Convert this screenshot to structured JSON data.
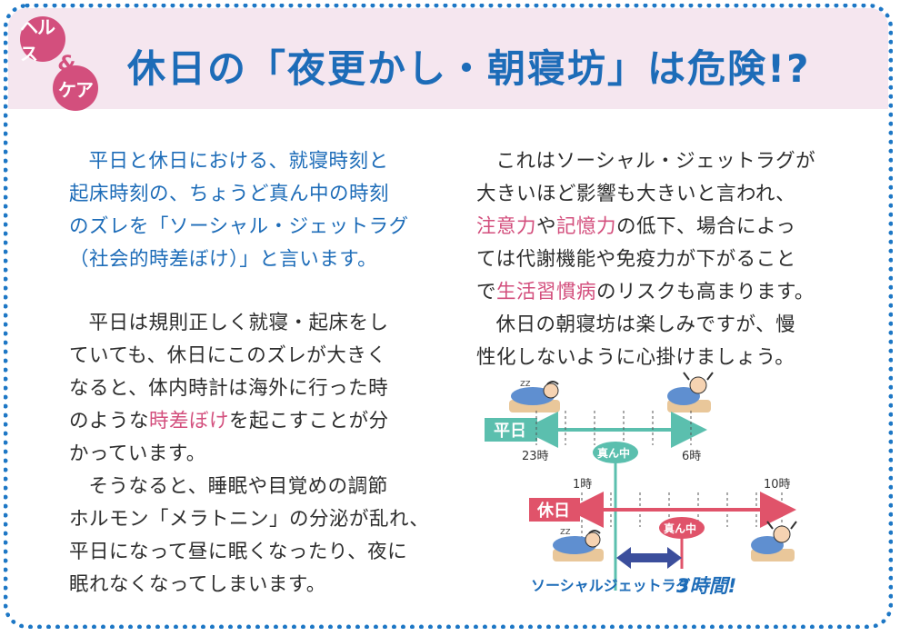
{
  "header": {
    "badge_top": "ヘルス",
    "badge_amp": "&",
    "badge_bottom": "ケア",
    "title": "休日の「夜更かし・朝寝坊」は危険!?"
  },
  "col_left": {
    "intro_lines": [
      "平日と休日における、就寝時刻と",
      "起床時刻の、ちょうど真ん中の時刻",
      "のズレを「ソーシャル・ジェットラグ",
      "（社会的時差ぼけ）」と言います。"
    ],
    "p2_lines": [
      "平日は規則正しく就寝・起床をし",
      "ていても、休日にこのズレが大きく",
      "なると、体内時計は海外に行った時"
    ],
    "p2_l4_pre": "のような",
    "p2_l4_highlight": "時差ぼけ",
    "p2_l4_post": "を起こすことが分",
    "p2_l5": "かっています。",
    "p3_lines": [
      "そうなると、睡眠や目覚めの調節",
      "ホルモン「メラトニン」の分泌が乱れ、",
      "平日になって昼に眠くなったり、夜に",
      "眠れなくなってしまいます。"
    ]
  },
  "col_right": {
    "l1": "これはソーシャル・ジェットラグが",
    "l2": "大きいほど影響も大きいと言われ、",
    "l3_hl1": "注意力",
    "l3_mid": "や",
    "l3_hl2": "記憶力",
    "l3_post": "の低下、場合によっ",
    "l4": "ては代謝機能や免疫力が下がること",
    "l5_pre": "で",
    "l5_hl": "生活習慣病",
    "l5_post": "のリスクも高まります。",
    "l6": "休日の朝寝坊は楽しみですが、慢",
    "l7": "性化しないように心掛けましょう。"
  },
  "diagram": {
    "weekday_label": "平日",
    "weekday_start": "23時",
    "weekday_end": "6時",
    "weekday_mid": "真ん中",
    "holiday_label": "休日",
    "holiday_start": "1時",
    "holiday_end": "10時",
    "holiday_mid": "真ん中",
    "caption": "ソーシャルジェットラグ",
    "caption_value": "3時間!",
    "zzz": "zz",
    "colors": {
      "weekday": "#5bbfae",
      "holiday": "#e0536a",
      "gap": "#3b4e9c"
    }
  }
}
